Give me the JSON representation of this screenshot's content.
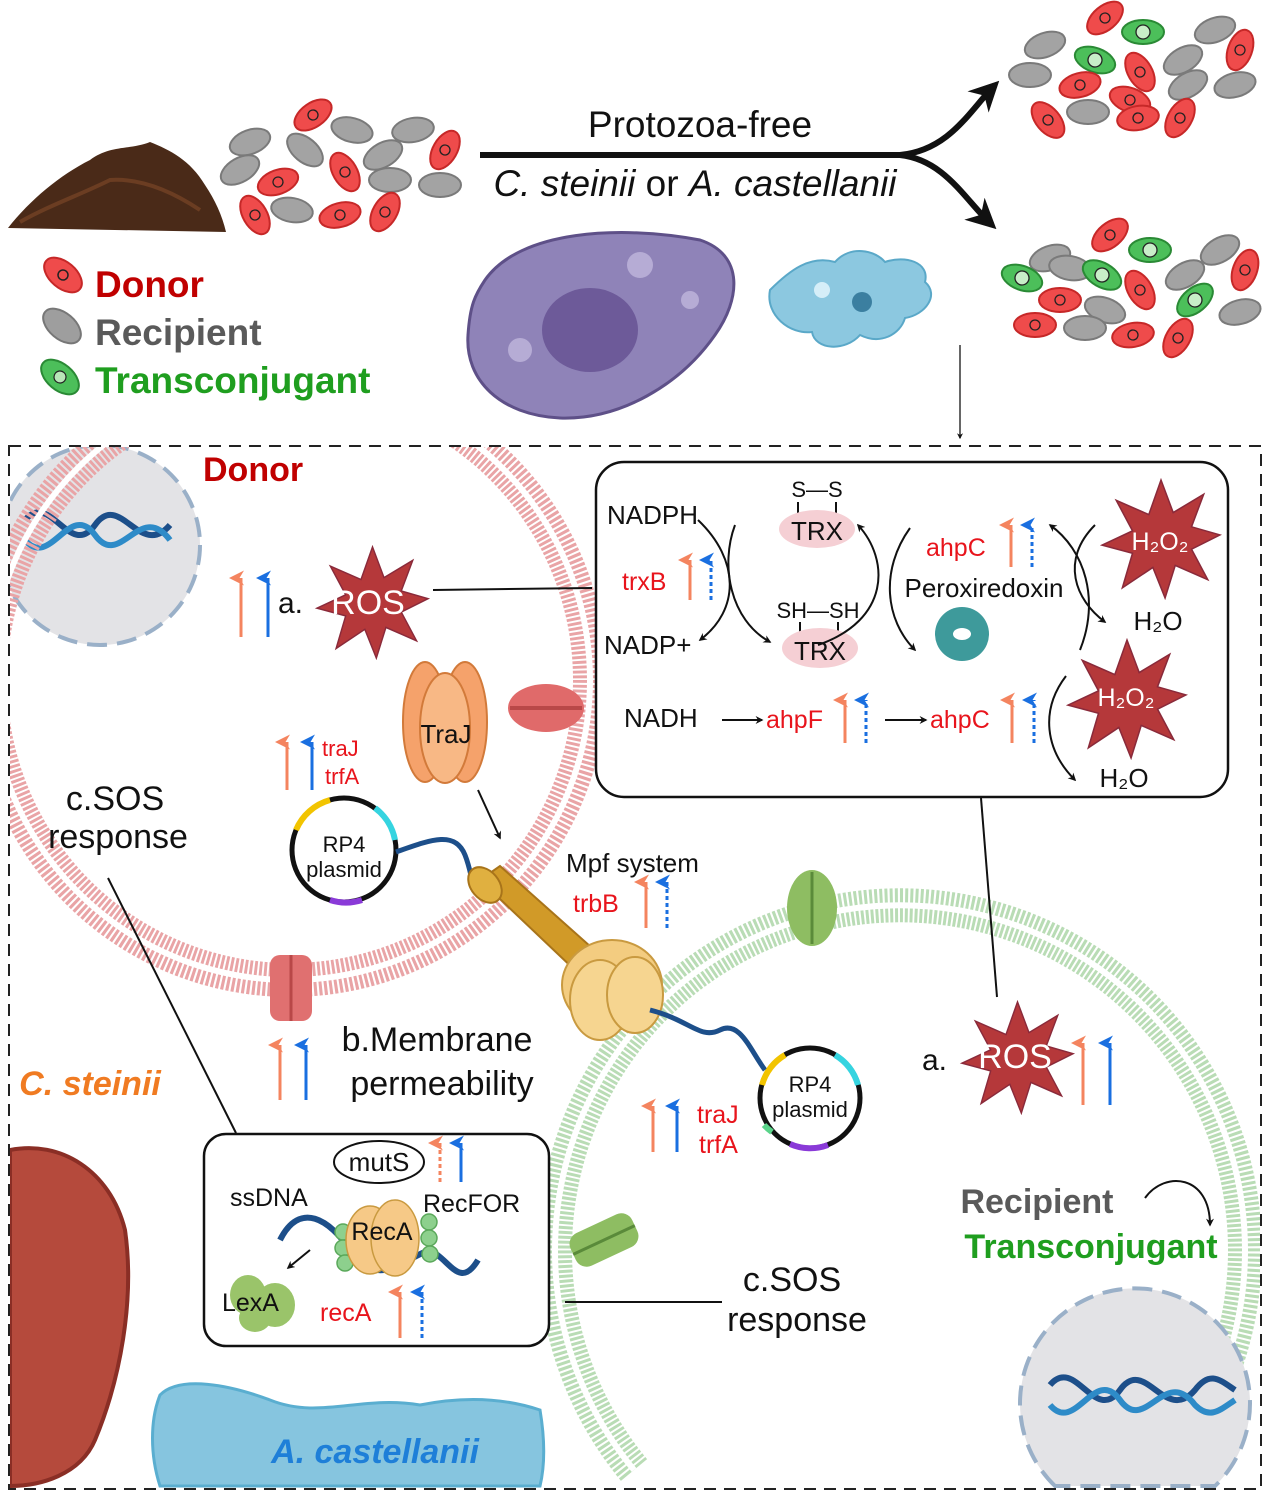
{
  "legend": {
    "donor": "Donor",
    "recipient": "Recipient",
    "transconjugant": "Transconjugant"
  },
  "top": {
    "condition_above": "Protozoa-free",
    "condition_below_1": "C. steinii",
    "condition_below_or": " or ",
    "condition_below_2": "A. castellanii"
  },
  "donor_cell": {
    "title": "Donor",
    "ros_prefix": "a.",
    "ros_label": "ROS",
    "traj_protein": "TraJ",
    "genes_traj": "traJ",
    "genes_trfa": "trfA",
    "plasmid_line1": "RP4",
    "plasmid_line2": "plasmid",
    "sos_line1": "c.SOS",
    "sos_line2": "response",
    "membrane_line1": "b.Membrane",
    "membrane_line2": "permeability",
    "mpf_label": "Mpf system",
    "trbb": "trbB"
  },
  "ros_box": {
    "nadph": "NADPH",
    "nadp": "NADP+",
    "trxb": "trxB",
    "ss": "S—S",
    "trx_ox": "TRX",
    "shsh": "SH—SH",
    "trx_red": "TRX",
    "ahpc_top": "ahpC",
    "peroxiredoxin": "Peroxiredoxin",
    "h2o2_top": "H₂O₂",
    "h2o_top": "H₂O",
    "nadh": "NADH",
    "ahpf": "ahpF",
    "ahpc_bottom": "ahpC",
    "h2o2_bottom": "H₂O₂",
    "h2o_bottom": "H₂O"
  },
  "sos_box": {
    "muts": "mutS",
    "ssdna": "ssDNA",
    "reca_protein": "RecA",
    "recfor": "RecFOR",
    "lexa": "LexA",
    "reca_gene": "recA"
  },
  "recipient_cell": {
    "ros_prefix": "a.",
    "ros_label": "ROS",
    "plasmid_line1": "RP4",
    "plasmid_line2": "plasmid",
    "genes_traj": "traJ",
    "genes_trfa": "trfA",
    "sos_line1": "c.SOS",
    "sos_line2": "response",
    "recipient_label": "Recipient",
    "transconjugant_label": "Transconjugant"
  },
  "protozoa": {
    "ciliate": "C. steinii",
    "amoeba": "A. castellanii"
  },
  "colors": {
    "donor": "#c00000",
    "recipient": "#5a5a5a",
    "transconjugant": "#1f9e1f",
    "gene_red": "#e8141c",
    "arrow_orange": "#f4845f",
    "arrow_blue": "#1a6fe0",
    "ros_star": "#b5383a",
    "ciliate_label": "#f07b22",
    "amoeba_label": "#1e7fd8"
  }
}
